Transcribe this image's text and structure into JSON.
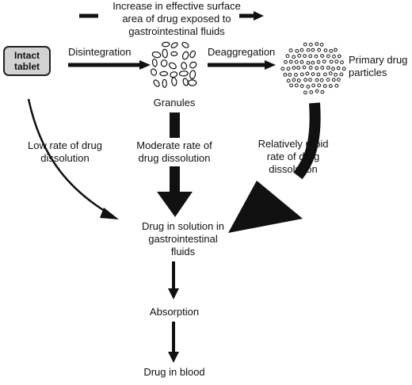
{
  "header": {
    "line1": "Increase in effective surface",
    "line2": "area of drug exposed to",
    "line3": "gastrointestinal fluids"
  },
  "tablet": {
    "line1": "Intact",
    "line2": "tablet"
  },
  "steps": {
    "disintegration": "Disintegration",
    "deaggregation": "Deaggregation"
  },
  "granules": {
    "label": "Granules"
  },
  "particles": {
    "line1": "Primary drug",
    "line2": "particles"
  },
  "rates": {
    "low": {
      "line1": "Low rate of drug",
      "line2": "dissolution"
    },
    "moderate": {
      "line1": "Moderate rate of",
      "line2": "drug dissolution"
    },
    "rapid": {
      "line1": "Relatively rapid",
      "line2": "rate of drug",
      "line3": "dissolution"
    }
  },
  "solution": {
    "line1": "Drug in solution in",
    "line2": "gastrointestinal",
    "line3": "fluids"
  },
  "absorption": "Absorption",
  "blood": "Drug in blood",
  "colors": {
    "stroke": "#111111",
    "tablet_fill": "#d2d2d2",
    "background": "#ffffff"
  }
}
